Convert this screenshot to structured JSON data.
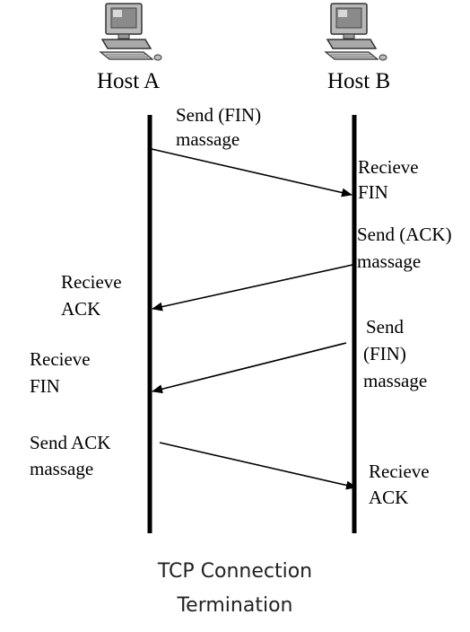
{
  "hosts": {
    "a": {
      "label": "Host A"
    },
    "b": {
      "label": "Host B"
    }
  },
  "messages": [
    {
      "from": "Host A",
      "to": "Host B",
      "send_text": [
        "Send (FIN)",
        "massage"
      ],
      "recv_text": [
        "Recieve",
        "FIN"
      ]
    },
    {
      "from": "Host B",
      "to": "Host A",
      "send_text": [
        "Send (ACK)",
        "massage"
      ],
      "recv_text": [
        "Recieve",
        "ACK"
      ]
    },
    {
      "from": "Host B",
      "to": "Host A",
      "send_text": [
        "Send",
        "(FIN)",
        "massage"
      ],
      "recv_text": [
        "Recieve",
        "FIN"
      ]
    },
    {
      "from": "Host A",
      "to": "Host B",
      "send_text": [
        "Send ACK",
        "massage"
      ],
      "recv_text": [
        "Recieve",
        "ACK"
      ]
    }
  ],
  "caption": {
    "line1": "TCP Connection",
    "line2": "Termination"
  },
  "icons": {
    "host": "desktop-computer-icon"
  }
}
